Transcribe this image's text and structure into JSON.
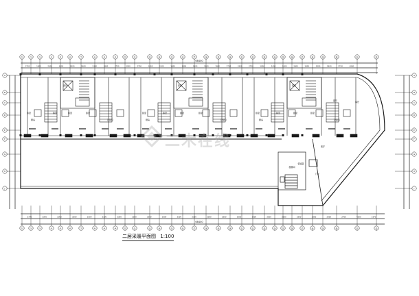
{
  "drawing": {
    "title": "二层采暖平面图",
    "scale": "1:100",
    "watermark_text": "二木在线",
    "line_color": "#1a1a1a",
    "accent_color": "#2f2f2f"
  },
  "grid_top_labels": [
    "①",
    "②",
    "③",
    "④",
    "⑤",
    "⑥",
    "⑦",
    "⑧",
    "⑨",
    "⑩",
    "⑪",
    "⑫",
    "⑬",
    "⑭",
    "⑮",
    "⑯",
    "⑰",
    "⑱",
    "⑲",
    "⑳",
    "㉑",
    "㉒",
    "㉓",
    "㉔",
    "㉕",
    "㉖",
    "㉗",
    "㉘",
    "㉙",
    "㉚",
    "㉛",
    "㉜"
  ],
  "grid_left_labels": [
    "A",
    "B",
    "C",
    "D",
    "E",
    "F",
    "G",
    "H",
    "J"
  ],
  "overall_dim_top": "68400",
  "overall_dim_bottom": "68400",
  "top_dims": [
    "2700",
    "1800",
    "2400",
    "1800",
    "3900",
    "1800",
    "2400",
    "1800",
    "2700",
    "3300",
    "2700",
    "1800",
    "2400",
    "1800",
    "3900",
    "1800",
    "2400",
    "1800",
    "2700",
    "3300",
    "2700",
    "1800",
    "2400",
    "1800",
    "3900",
    "1800",
    "2400",
    "1800",
    "2700",
    "4800"
  ],
  "bottom_dims": [
    "3700",
    "3300",
    "3300",
    "3300",
    "3300",
    "3300",
    "3300",
    "3300",
    "3300",
    "3300",
    "3300",
    "3300",
    "3300",
    "3300",
    "3300",
    "3300",
    "3300",
    "3300",
    "3300",
    "3300",
    "3300",
    "2700",
    "4200",
    "3370"
  ],
  "room_labels": [
    "卧室",
    "卧室",
    "卧室",
    "卧室",
    "卧室",
    "卧室",
    "卧室",
    "卧室",
    "卧室",
    "卧室",
    "卧室",
    "卧室",
    "客厅",
    "客厅",
    "客厅",
    "客厅",
    "客厅",
    "客厅",
    "厨房",
    "厨房",
    "厨房",
    "卫生间",
    "卫生间",
    "卫生间",
    "楼梯间",
    "门厅",
    "值班室"
  ]
}
